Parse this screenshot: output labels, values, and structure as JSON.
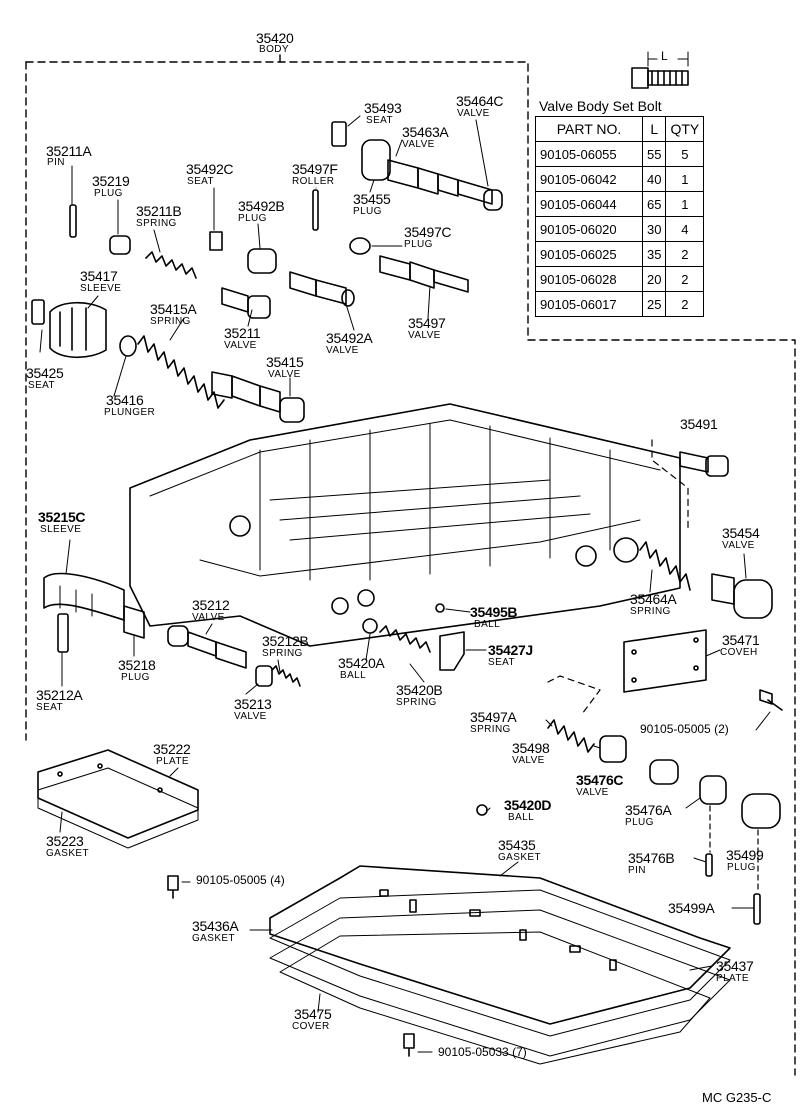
{
  "body_label": {
    "number": "35420",
    "name": "BODY"
  },
  "table": {
    "title": "Valve Body Set Bolt",
    "dimension_label": "L",
    "headers": [
      "PART NO.",
      "L",
      "QTY"
    ],
    "rows": [
      [
        "90105-06055",
        "55",
        "5"
      ],
      [
        "90105-06042",
        "40",
        "1"
      ],
      [
        "90105-06044",
        "65",
        "1"
      ],
      [
        "90105-06020",
        "30",
        "4"
      ],
      [
        "90105-06025",
        "35",
        "2"
      ],
      [
        "90105-06028",
        "20",
        "2"
      ],
      [
        "90105-06017",
        "25",
        "2"
      ]
    ]
  },
  "parts": [
    {
      "number": "35211A",
      "name": "PIN"
    },
    {
      "number": "35219",
      "name": "PLUG"
    },
    {
      "number": "35211B",
      "name": "SPRING"
    },
    {
      "number": "35492C",
      "name": "SEAT"
    },
    {
      "number": "35492B",
      "name": "PLUG"
    },
    {
      "number": "35497F",
      "name": "ROLLER"
    },
    {
      "number": "35493",
      "name": "SEAT"
    },
    {
      "number": "35463A",
      "name": "VALVE"
    },
    {
      "number": "35464C",
      "name": "VALVE"
    },
    {
      "number": "35455",
      "name": "PLUG"
    },
    {
      "number": "35497C",
      "name": "PLUG"
    },
    {
      "number": "35417",
      "name": "SLEEVE"
    },
    {
      "number": "35415A",
      "name": "SPRING"
    },
    {
      "number": "35211",
      "name": "VALVE"
    },
    {
      "number": "35492A",
      "name": "VALVE"
    },
    {
      "number": "35497",
      "name": "VALVE"
    },
    {
      "number": "35425",
      "name": "SEAT"
    },
    {
      "number": "35416",
      "name": "PLUNGER"
    },
    {
      "number": "35415",
      "name": "VALVE"
    },
    {
      "number": "35491",
      "name": ""
    },
    {
      "number": "35215C",
      "name": "SLEEVE"
    },
    {
      "number": "35454",
      "name": "VALVE"
    },
    {
      "number": "35464A",
      "name": "SPRING"
    },
    {
      "number": "35212",
      "name": "VALVE"
    },
    {
      "number": "35495B",
      "name": "BALL"
    },
    {
      "number": "35212B",
      "name": "SPRING"
    },
    {
      "number": "35427J",
      "name": "SEAT"
    },
    {
      "number": "35218",
      "name": "PLUG"
    },
    {
      "number": "35420A",
      "name": "BALL"
    },
    {
      "number": "35471",
      "name": "COVEH"
    },
    {
      "number": "35212A",
      "name": "SEAT"
    },
    {
      "number": "35213",
      "name": "VALVE"
    },
    {
      "number": "35420B",
      "name": "SPRING"
    },
    {
      "number": "35497A",
      "name": "SPRING"
    },
    {
      "number": "35498",
      "name": "VALVE"
    },
    {
      "number": "35476C",
      "name": "VALVE"
    },
    {
      "number": "35222",
      "name": "PLATE"
    },
    {
      "number": "35420D",
      "name": "BALL"
    },
    {
      "number": "35476A",
      "name": "PLUG"
    },
    {
      "number": "35223",
      "name": "GASKET"
    },
    {
      "number": "35435",
      "name": "GASKET"
    },
    {
      "number": "35476B",
      "name": "PIN"
    },
    {
      "number": "35499",
      "name": "PLUG"
    },
    {
      "number": "35499A",
      "name": ""
    },
    {
      "number": "35436A",
      "name": "GASKET"
    },
    {
      "number": "35437",
      "name": "PLATE"
    },
    {
      "number": "35475",
      "name": "COVER"
    }
  ],
  "bolt_callouts": [
    "90105-05005 (2)",
    "90105-05005 (4)",
    "90105-05033 (7)"
  ],
  "drawing_code": "MC G235-C"
}
